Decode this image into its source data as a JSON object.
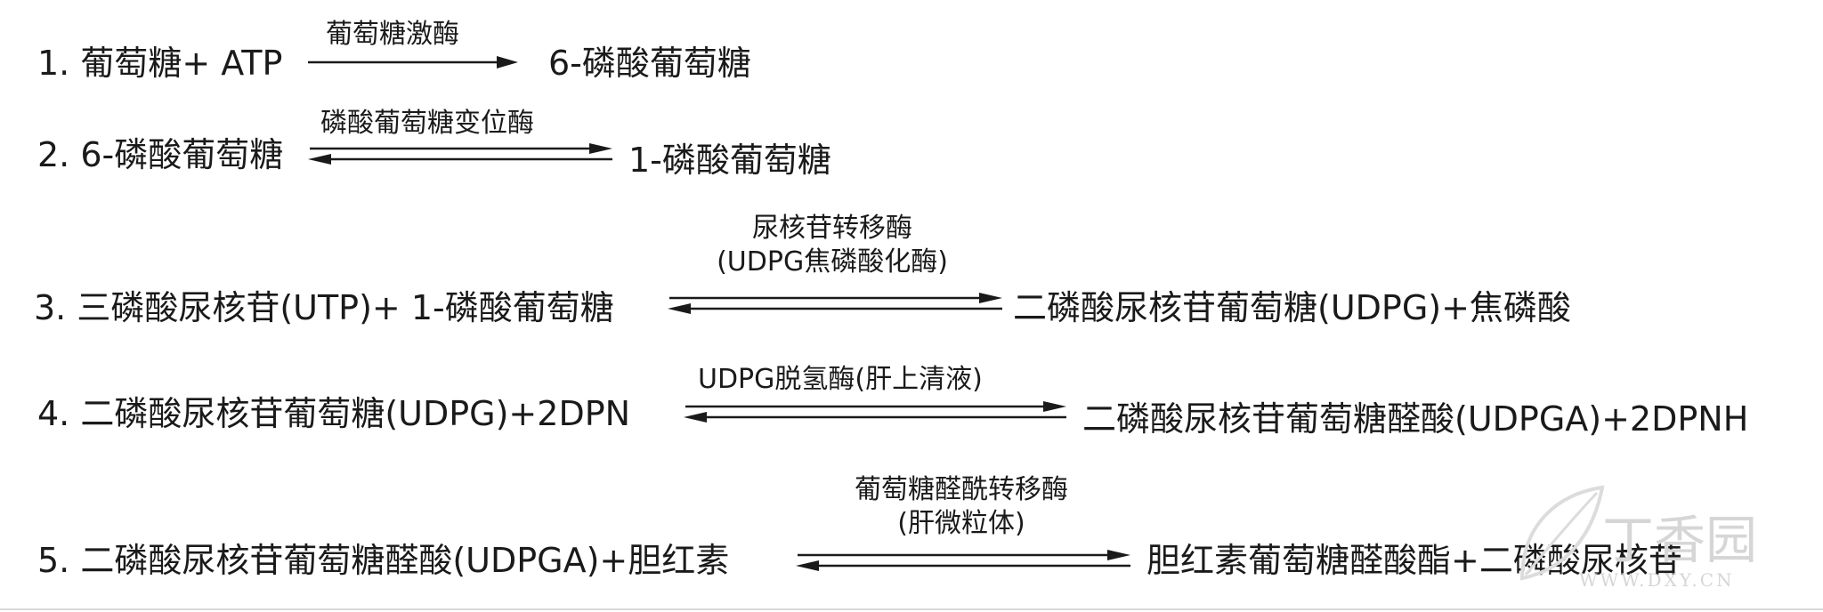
{
  "reactions": [
    {
      "left": "1. 葡萄糖+ ATP",
      "enzyme_line1": "葡萄糖激酶",
      "enzyme_line2": "",
      "right": "6-磷酸葡萄糖",
      "reversible": false
    },
    {
      "left": "2. 6-磷酸葡萄糖",
      "enzyme_line1": "磷酸葡萄糖变位酶",
      "enzyme_line2": "",
      "right": "1-磷酸葡萄糖",
      "reversible": true
    },
    {
      "left": "3. 三磷酸尿核苷(UTP)+ 1-磷酸葡萄糖",
      "enzyme_line1": "尿核苷转移酶",
      "enzyme_line2": "(UDPG焦磷酸化酶)",
      "right": "二磷酸尿核苷葡萄糖(UDPG)+焦磷酸",
      "reversible": true
    },
    {
      "left": "4. 二磷酸尿核苷葡萄糖(UDPG)+2DPN",
      "enzyme_line1": "UDPG脱氢酶(肝上清液)",
      "enzyme_line2": "",
      "right": "二磷酸尿核苷葡萄糖醛酸(UDPGA)+2DPNH",
      "reversible": true
    },
    {
      "left": "5. 二磷酸尿核苷葡萄糖醛酸(UDPGA)+胆红素",
      "enzyme_line1": "葡萄糖醛酰转移酶",
      "enzyme_line2": "(肝微粒体)",
      "right": "胆红素葡萄糖醛酸酯+二磷酸尿核苷",
      "reversible": true
    }
  ],
  "watermark": {
    "logo_text": "丁香园",
    "url_text": "WWW.DXY.CN"
  },
  "colors": {
    "text": "#1a1a1a",
    "watermark": "#d6d6d6"
  }
}
